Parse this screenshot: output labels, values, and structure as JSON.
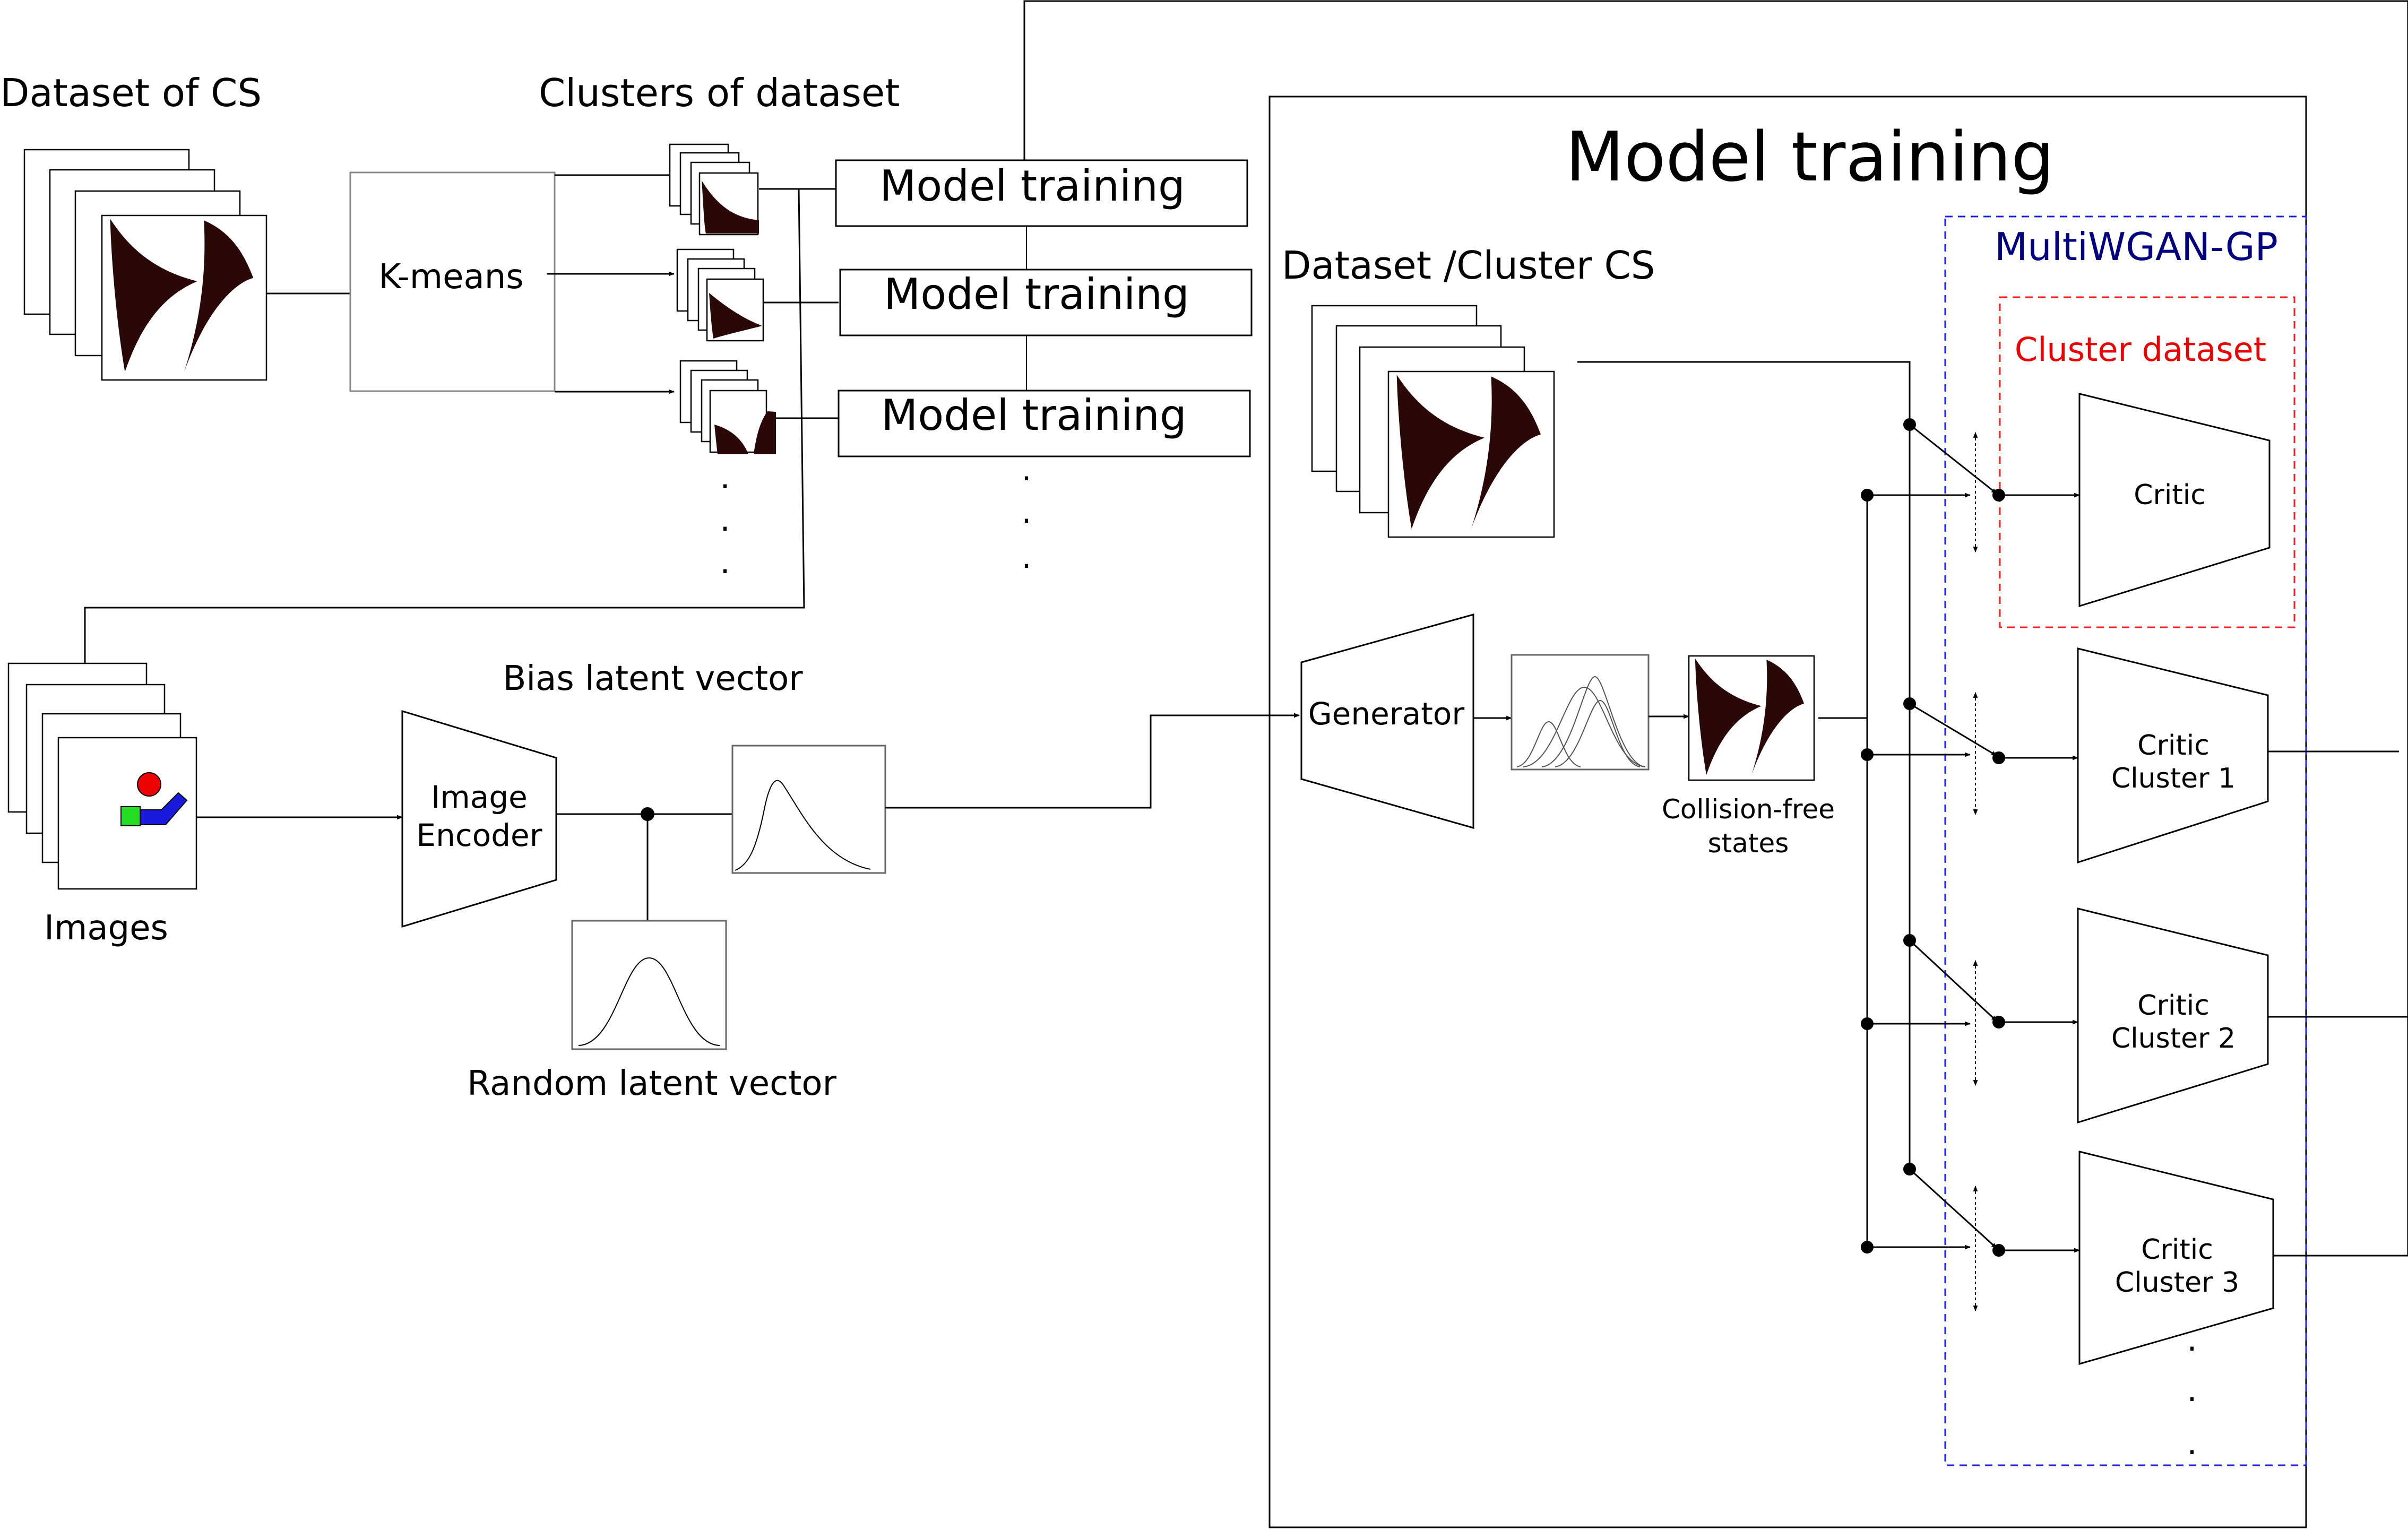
{
  "labels": {
    "dataset_of_cs": "Dataset of CS",
    "clusters_of_dataset": "Clusters of dataset",
    "kmeans": "K-means",
    "model_training_1": "Model training",
    "model_training_2": "Model training",
    "model_training_3": "Model training",
    "images": "Images",
    "image_encoder_line1": "Image",
    "image_encoder_line2": "Encoder",
    "bias_latent_vector": "Bias latent vector",
    "random_latent_vector": "Random latent vector",
    "model_training_title": "Model training",
    "dataset_cluster_cs": "Dataset /Cluster CS",
    "generator": "Generator",
    "collision_free_line1": "Collision-free",
    "collision_free_line2": "states",
    "multiwgan": "MultiWGAN-GP",
    "cluster_dataset": "Cluster dataset",
    "critic": "Critic",
    "critic1_line1": "Critic",
    "critic1_line2": "Cluster 1",
    "critic2_line1": "Critic",
    "critic2_line2": "Cluster 2",
    "critic3_line1": "Critic",
    "critic3_line2": "Cluster 3",
    "ellipsis_dot": "."
  },
  "colors": {
    "shape_fill": "#2a0808",
    "multiwgan_border": "#1a1aff",
    "multiwgan_text": "#000080",
    "cluster_dataset": "#ff1a1a",
    "image_red": "#ee0000",
    "image_green": "#22dd22",
    "image_blue": "#1a1add"
  },
  "icons": [
    "cspace-shape-icon",
    "robot-scene-icon",
    "gaussian-curve-icon",
    "skewed-distribution-icon",
    "mixture-distribution-icon"
  ]
}
